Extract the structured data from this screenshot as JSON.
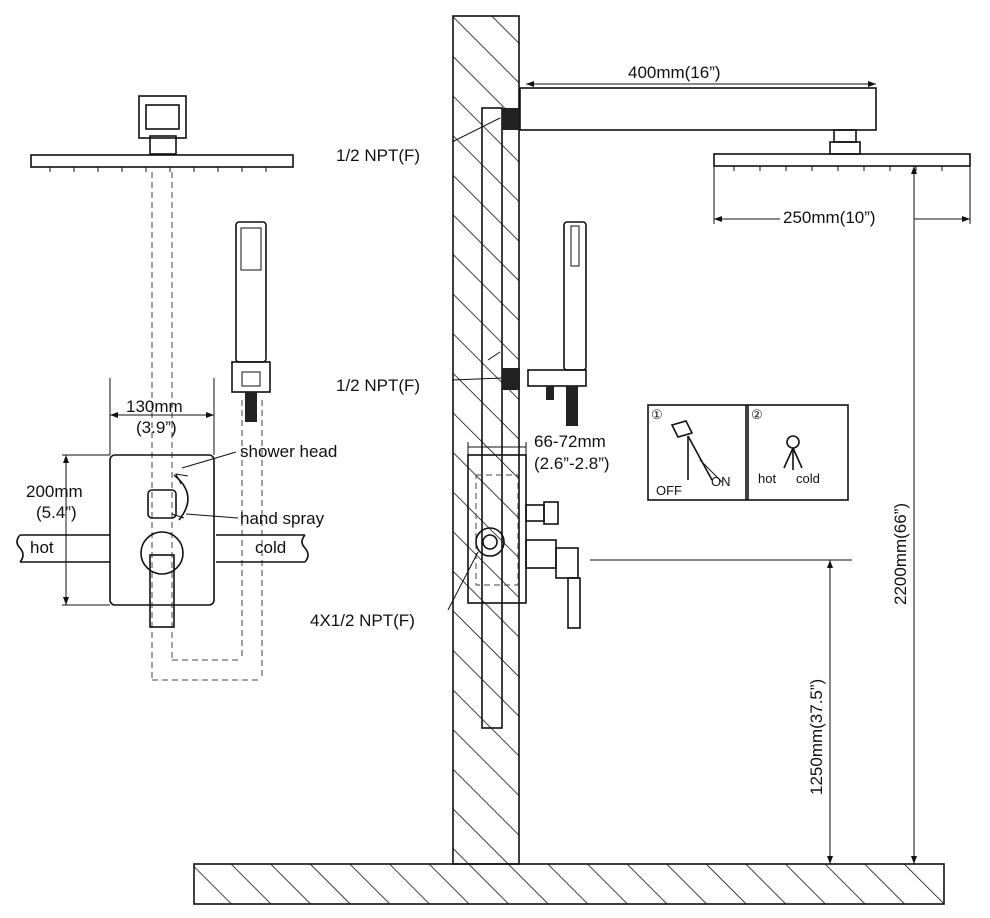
{
  "labels": {
    "arm_length": "400mm(16”)",
    "head_width": "250mm(10”)",
    "npt_top": "1/2 NPT(F)",
    "npt_mid": "1/2 NPT(F)",
    "npt_valve": "4X1/2 NPT(F)",
    "wall_depth_mm": "66-72mm",
    "wall_depth_in": "(2.6”-2.8”)",
    "plate_width_mm": "130mm",
    "plate_width_in": "(3.9”)",
    "plate_height_mm": "200mm",
    "plate_height_in": "(5.4”)",
    "shower_head": "shower head",
    "hand_spray": "hand spray",
    "hot": "hot",
    "cold": "cold",
    "total_height": "2200mm(66”)",
    "valve_height": "1250mm(37.5”)"
  },
  "inset": {
    "panel1_number": "①",
    "panel2_number": "②",
    "off": "OFF",
    "on": "ON",
    "hot": "hot",
    "cold": "cold"
  }
}
